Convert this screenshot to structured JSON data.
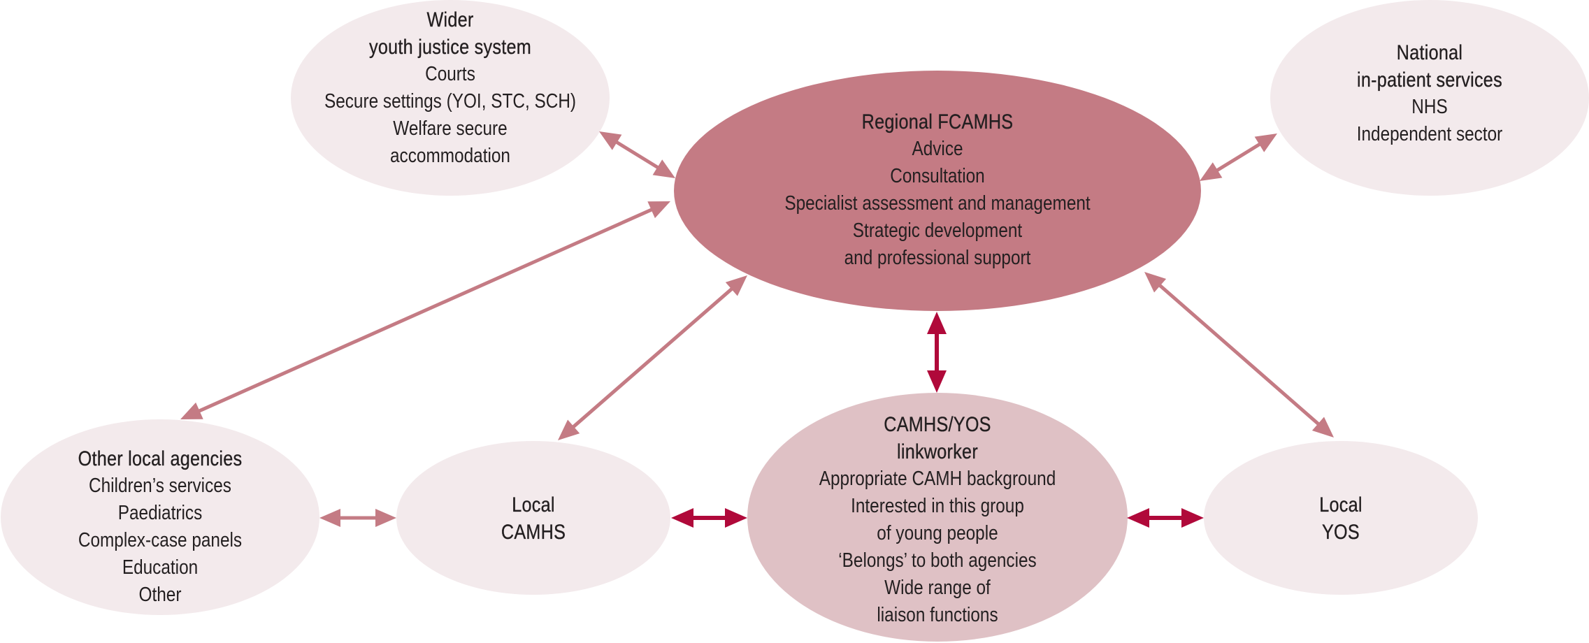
{
  "colors": {
    "light_node": "#f3eaec",
    "central_node": "#c47b84",
    "linkworker_node": "#dfc1c5",
    "arrow_muted": "#c47b84",
    "arrow_strong": "#b0093a",
    "text": "#231f20"
  },
  "nodes": [
    {
      "id": "wider-youth-justice",
      "title_lines": [
        "Wider",
        "youth justice system"
      ],
      "lines": [
        "Courts",
        "Secure settings (YOI, STC, SCH)",
        "Welfare secure",
        "accommodation"
      ],
      "fill": "light_node"
    },
    {
      "id": "regional-fcamhs",
      "title_lines": [
        "Regional FCAMHS"
      ],
      "lines": [
        "Advice",
        "Consultation",
        "Specialist assessment and management",
        "Strategic development",
        "and professional support"
      ],
      "fill": "central_node"
    },
    {
      "id": "national-inpatient",
      "title_lines": [
        "National",
        "in-patient services"
      ],
      "lines": [
        "NHS",
        "Independent sector"
      ],
      "fill": "light_node"
    },
    {
      "id": "other-local-agencies",
      "title_lines": [
        "Other local agencies"
      ],
      "lines": [
        "Children’s services",
        "Paediatrics",
        "Complex-case panels",
        "Education",
        "Other"
      ],
      "fill": "light_node"
    },
    {
      "id": "local-camhs",
      "title_lines": [
        "Local",
        "CAMHS"
      ],
      "lines": [],
      "fill": "light_node"
    },
    {
      "id": "camhs-yos-linkworker",
      "title_lines": [
        "CAMHS/YOS",
        "linkworker"
      ],
      "lines": [
        "Appropriate CAMH background",
        "Interested in this group",
        "of young people",
        "‘Belongs’ to both agencies",
        "Wide range of",
        "liaison functions"
      ],
      "fill": "linkworker_node"
    },
    {
      "id": "local-yos",
      "title_lines": [
        "Local",
        "YOS"
      ],
      "lines": [],
      "fill": "light_node"
    }
  ],
  "connections": [
    {
      "from": "wider-youth-justice",
      "to": "regional-fcamhs",
      "style": "arrow_muted",
      "direction": "bidirectional"
    },
    {
      "from": "national-inpatient",
      "to": "regional-fcamhs",
      "style": "arrow_muted",
      "direction": "bidirectional"
    },
    {
      "from": "other-local-agencies",
      "to": "regional-fcamhs",
      "style": "arrow_muted",
      "direction": "bidirectional"
    },
    {
      "from": "local-camhs",
      "to": "regional-fcamhs",
      "style": "arrow_muted",
      "direction": "bidirectional"
    },
    {
      "from": "camhs-yos-linkworker",
      "to": "regional-fcamhs",
      "style": "arrow_strong",
      "direction": "bidirectional"
    },
    {
      "from": "local-yos",
      "to": "regional-fcamhs",
      "style": "arrow_muted",
      "direction": "bidirectional"
    },
    {
      "from": "other-local-agencies",
      "to": "local-camhs",
      "style": "arrow_muted",
      "direction": "bidirectional"
    },
    {
      "from": "local-camhs",
      "to": "camhs-yos-linkworker",
      "style": "arrow_strong",
      "direction": "bidirectional"
    },
    {
      "from": "camhs-yos-linkworker",
      "to": "local-yos",
      "style": "arrow_strong",
      "direction": "bidirectional"
    }
  ]
}
